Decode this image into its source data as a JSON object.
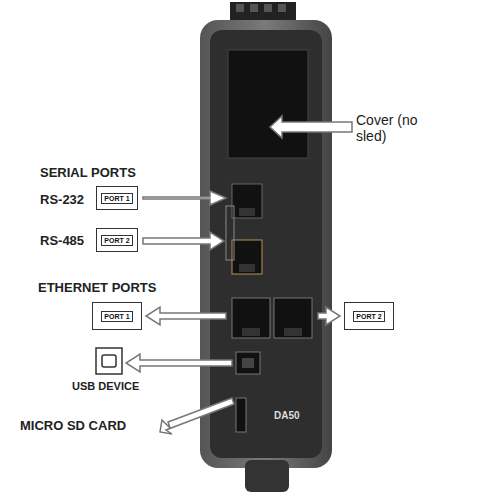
{
  "diagram": {
    "nodes": [
      {
        "text": [
          "PORT 1"
        ]
      },
      {
        "text": [
          "PORT 2"
        ]
      },
      {
        "text": [
          "PORT 1"
        ]
      },
      {
        "text": [
          "PORT 2"
        ]
      }
    ],
    "labels": [
      "Cover (no sled)",
      "SERIAL PORTS",
      "RS-232",
      "RS-485",
      "ETHERNET PORTS",
      "USB DEVICE",
      "MICRO SD CARD",
      "DA50"
    ]
  }
}
